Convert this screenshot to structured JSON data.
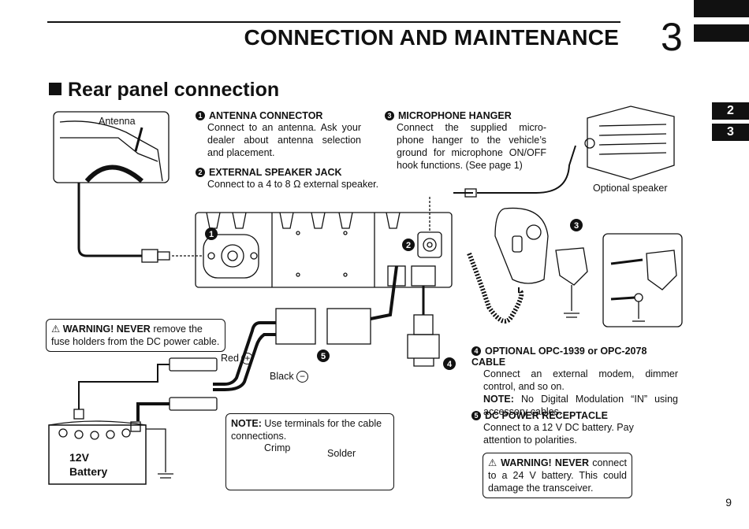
{
  "header": {
    "chapter_title": "CONNECTION AND MAINTENANCE",
    "chapter_number": "3"
  },
  "side_tabs": [
    "2",
    "3"
  ],
  "section_title": "Rear panel connection",
  "callouts": {
    "antenna_connector": {
      "number": "1",
      "title": "ANTENNA CONNECTOR",
      "text": "Connect to an antenna. Ask your dealer about antenna selection and placement."
    },
    "external_speaker_jack": {
      "number": "2",
      "title": "EXTERNAL SPEAKER JACK",
      "text": "Connect to a 4 to 8 Ω external speaker."
    },
    "microphone_hanger": {
      "number": "3",
      "title": "MICROPHONE HANGER",
      "text": "Connect the supplied micro-phone hanger to the vehicle’s ground for microphone ON/OFF hook functions. (See page 1)"
    },
    "optional_cable": {
      "number": "4",
      "title": "OPTIONAL OPC-1939 or OPC-2078 CABLE",
      "text": "Connect an external modem, dimmer control, and so on.",
      "note_label": "NOTE:",
      "note_text": "No Digital Modulation “IN” using accessory cables."
    },
    "dc_power": {
      "number": "5",
      "title": "DC POWER RECEPTACLE",
      "text": "Connect to a 12 V DC battery. Pay attention to polarities."
    }
  },
  "warnings": {
    "fuse": {
      "icon": "warning-triangle-icon",
      "label": "WARNING! NEVER",
      "text": "remove the fuse holders from the DC power cable."
    },
    "battery": {
      "icon": "warning-triangle-icon",
      "label": "WARNING! NEVER",
      "text": "connect to a 24 V battery. This could damage the transceiver."
    }
  },
  "note_terminals": {
    "label": "NOTE:",
    "text": "Use terminals for the cable connections.",
    "crimp": "Crimp",
    "solder": "Solder"
  },
  "diagram_labels": {
    "antenna": "Antenna",
    "optional_speaker": "Optional speaker",
    "red": "Red",
    "black": "Black",
    "battery_line1": "12V",
    "battery_line2": "Battery",
    "marker_1": "1",
    "marker_2": "2",
    "marker_3": "3",
    "marker_4": "4",
    "marker_5": "5"
  },
  "page_number": "9"
}
